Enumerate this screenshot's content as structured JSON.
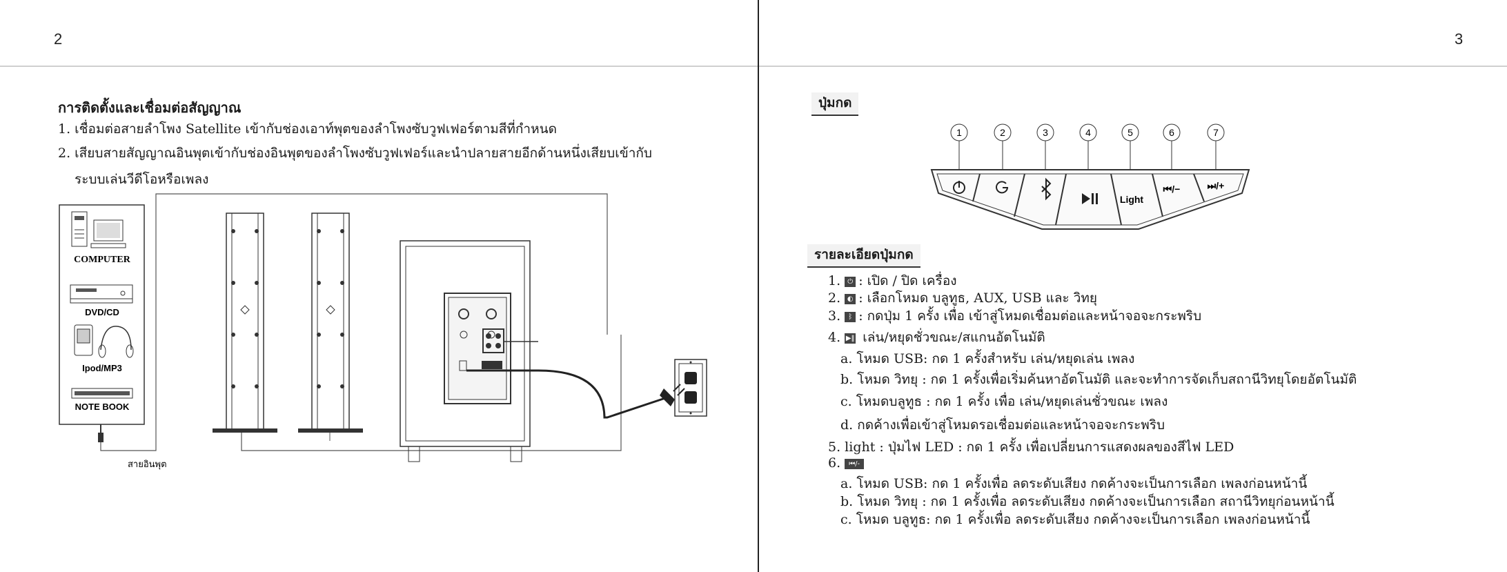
{
  "left_page": {
    "page_number": "2",
    "heading": "การติดตั้งและเชื่อมต่อสัญญาณ",
    "steps": [
      "1. เชื่อมต่อสายลำโพง Satellite เข้ากับช่องเอาท์พุตของลำโพงซับวูฟเฟอร์ตามสีที่กำหนด",
      "2. เสียบสายสัญญาณอินพุตเข้ากับช่องอินพุตของลำโพงซับวูฟเฟอร์และนำปลายสายอีกด้านหนึ่งเสียบเข้ากับ",
      "ระบบเล่นวีดีโอหรือเพลง"
    ],
    "diagram": {
      "sources": [
        "COMPUTER",
        "DVD/CD",
        "Ipod/MP3",
        "NOTE BOOK"
      ],
      "cable_label": "สายอินพุต"
    }
  },
  "right_page": {
    "page_number": "3",
    "buttons_title": "ปุ่มกด",
    "button_numbers": [
      "1",
      "2",
      "3",
      "4",
      "5",
      "6",
      "7"
    ],
    "panel_labels": {
      "light": "Light",
      "prev": "⏮/−",
      "next": "⏭/+"
    },
    "details_title": "รายละเอียดปุ่มกด",
    "items": [
      {
        "num": "1.",
        "icon": "power-icon",
        "text": ": เปิด / ปิด เครื่อง"
      },
      {
        "num": "2.",
        "icon": "mode-icon",
        "text": ": เลือกโหมด  บลูทูธ, AUX, USB และ วิทยุ"
      },
      {
        "num": "3.",
        "icon": "bluetooth-icon",
        "text": ": กดปุ่ม 1 ครั้ง เพื่อ เข้าสู่โหมดเชื่อมต่อและหน้าจอจะกระพริบ"
      },
      {
        "num": "4.",
        "icon": "play-pause-icon",
        "text": " เล่น/หยุดชั่วขณะ/สแกนอัตโนมัติ"
      }
    ],
    "item4_sub": [
      "a. โหมด USB: กด 1 ครั้งสำหรับ เล่น/หยุดเล่น เพลง",
      "b. โหมด วิทยุ : กด  1 ครั้งเพื่อเริ่มค้นหาอัตโนมัติ และจะทำการจัดเก็บสถานีวิทยุโดยอัตโนมัติ",
      "c. โหมดบลูทูธ :  กด 1 ครั้ง เพื่อ เล่น/หยุดเล่นชั่วขณะ เพลง",
      "d. กดค้างเพื่อเข้าสู่โหมดรอเชื่อมต่อและหน้าจอจะกระพริบ"
    ],
    "item5": "5. light : ปุ่มไฟ LED : กด 1 ครั้ง เพื่อเปลี่ยนการแสดงผลของสีไฟ LED",
    "item6_num": "6.",
    "item6_icon_text": "⏮/-",
    "item6_sub": [
      "a. โหมด USB: กด 1 ครั้งเพื่อ ลดระดับเสียง กดค้างจะเป็นการเลือก เพลงก่อนหน้านี้",
      "b. โหมด วิทยุ : กด 1 ครั้งเพื่อ ลดระดับเสียง กดค้างจะเป็นการเลือก สถานีวิทยุก่อนหน้านี้",
      "c. โหมด บลูทูธ: กด 1 ครั้งเพื่อ ลดระดับเสียง กดค้างจะเป็นการเลือก เพลงก่อนหน้านี้"
    ]
  }
}
